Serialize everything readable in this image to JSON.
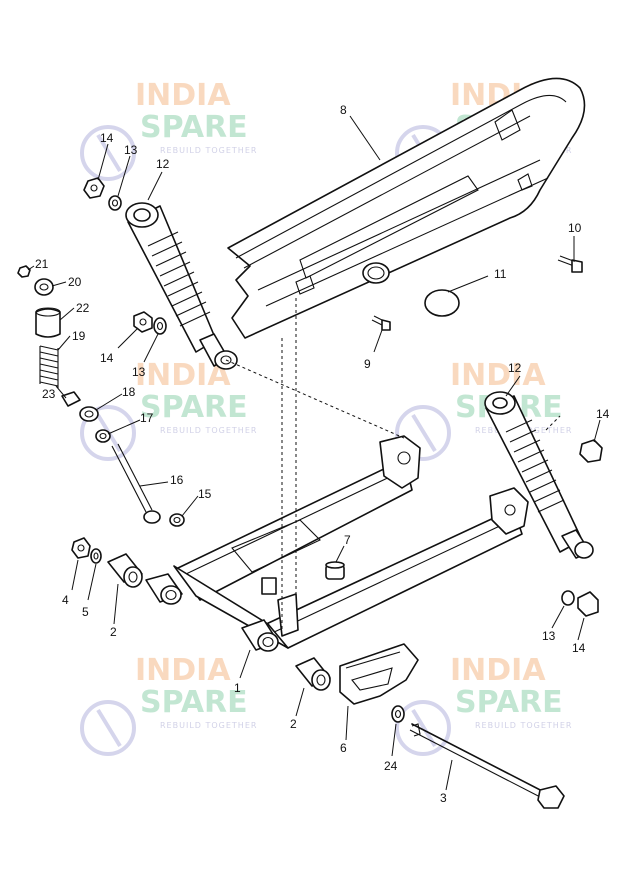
{
  "callouts": [
    {
      "id": "c1",
      "text": "1"
    },
    {
      "id": "c2a",
      "text": "2"
    },
    {
      "id": "c2b",
      "text": "2"
    },
    {
      "id": "c3",
      "text": "3"
    },
    {
      "id": "c4",
      "text": "4"
    },
    {
      "id": "c5",
      "text": "5"
    },
    {
      "id": "c6",
      "text": "6"
    },
    {
      "id": "c7",
      "text": "7"
    },
    {
      "id": "c8",
      "text": "8"
    },
    {
      "id": "c9",
      "text": "9"
    },
    {
      "id": "c10",
      "text": "10"
    },
    {
      "id": "c11",
      "text": "11"
    },
    {
      "id": "c12a",
      "text": "12"
    },
    {
      "id": "c12b",
      "text": "12"
    },
    {
      "id": "c13a",
      "text": "13"
    },
    {
      "id": "c13b",
      "text": "13"
    },
    {
      "id": "c13c",
      "text": "13"
    },
    {
      "id": "c14a",
      "text": "14"
    },
    {
      "id": "c14b",
      "text": "14"
    },
    {
      "id": "c14c",
      "text": "14"
    },
    {
      "id": "c14d",
      "text": "14"
    },
    {
      "id": "c15",
      "text": "15"
    },
    {
      "id": "c16",
      "text": "16"
    },
    {
      "id": "c17",
      "text": "17"
    },
    {
      "id": "c18",
      "text": "18"
    },
    {
      "id": "c19",
      "text": "19"
    },
    {
      "id": "c20",
      "text": "20"
    },
    {
      "id": "c21",
      "text": "21"
    },
    {
      "id": "c22",
      "text": "22"
    },
    {
      "id": "c23",
      "text": "23"
    },
    {
      "id": "c24",
      "text": "24"
    }
  ],
  "watermark": {
    "line1": "INDIA",
    "line2": "SPARE",
    "tagline": "REBUILD TOGETHER",
    "colors": {
      "india": "#f7c9a4",
      "spare": "#a9dcc0",
      "logo": "#c7c7e6"
    }
  }
}
